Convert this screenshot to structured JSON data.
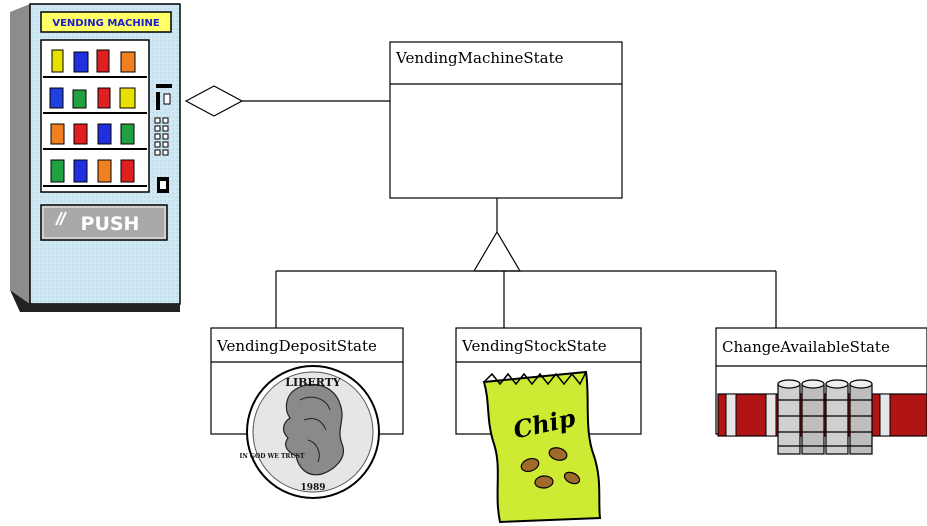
{
  "vending_machine": {
    "banner": "VENDING MACHINE",
    "push_label": "PUSH"
  },
  "classes": {
    "base": {
      "name": "VendingMachineState"
    },
    "deposit": {
      "name": "VendingDepositState"
    },
    "stock": {
      "name": "VendingStockState"
    },
    "change": {
      "name": "ChangeAvailableState"
    }
  },
  "illustrations": {
    "coin_top": "LIBERTY",
    "coin_bottom": "IN GOD WE TRUST",
    "coin_year": "1989",
    "chip_bag": "Chip"
  }
}
